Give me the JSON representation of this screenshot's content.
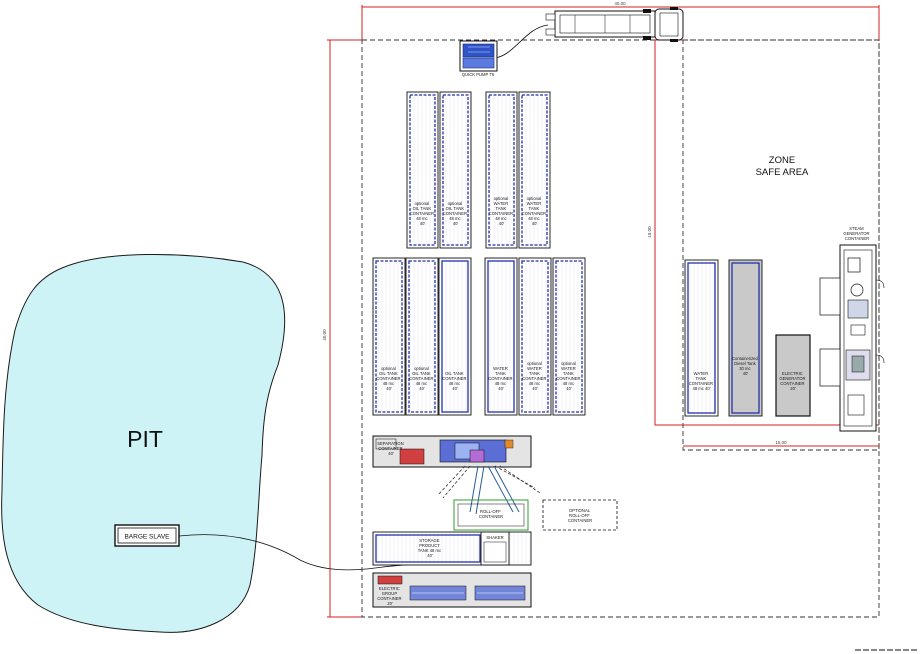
{
  "pit": {
    "label": "PIT"
  },
  "barge_slave": {
    "label": "BARGE SLAVE"
  },
  "zone": {
    "line1": "ZONE",
    "line2": "SAFE AREA"
  },
  "dimensions": {
    "top_width": "40,00",
    "left_height": "40,00",
    "safe_height": "18,00",
    "safe_width": "15,00"
  },
  "quick_pump": {
    "label": "QUICK PUMP T6"
  },
  "top_tanks": [
    {
      "lines": [
        "optional",
        "OIL TANK",
        "CONTAINER",
        "48 mc",
        "40'"
      ]
    },
    {
      "lines": [
        "optional",
        "OIL TANK",
        "CONTAINER",
        "48 mc",
        "40'"
      ]
    },
    {
      "lines": [
        "optional",
        "WATER",
        "TANK",
        "CONTAINER",
        "48 mc",
        "40'"
      ]
    },
    {
      "lines": [
        "optional",
        "WATER",
        "TANK",
        "CONTAINER",
        "48 mc",
        "40'"
      ]
    }
  ],
  "middle_tanks": [
    {
      "lines": [
        "optional",
        "OIL TANK",
        "CONTAINER",
        "48 mc",
        "40'"
      ]
    },
    {
      "lines": [
        "optional",
        "OIL TANK",
        "CONTAINER",
        "48 mc",
        "40'"
      ]
    },
    {
      "lines": [
        "OIL TANK",
        "CONTAINER",
        "48 mc",
        "40'"
      ]
    },
    {
      "lines": [
        "WATER",
        "TANK",
        "CONTAINER",
        "48 mc",
        "40'"
      ]
    },
    {
      "lines": [
        "optional",
        "WATER",
        "TANK",
        "CONTAINER",
        "48 mc",
        "40'"
      ]
    },
    {
      "lines": [
        "optional",
        "WATER",
        "TANK",
        "CONTAINER",
        "48 mc",
        "40'"
      ]
    }
  ],
  "safe_water_tank": {
    "lines": [
      "WATER",
      "TANK",
      "CONTAINER",
      "48 mc 40'"
    ]
  },
  "diesel_tank": {
    "lines": [
      "Containerized",
      "Diesel Tank",
      "30 mc",
      "40'"
    ]
  },
  "electric_generator": {
    "lines": [
      "ELECTRIC",
      "GENERATOR",
      "CONTAINER",
      "20'"
    ]
  },
  "steam_generator": {
    "lines": [
      "STEAM",
      "GENERATOR",
      "CONTAINER"
    ]
  },
  "separation": {
    "lines": [
      "SEPARATION",
      "CONTAINER",
      "40'"
    ]
  },
  "roll_off": {
    "lines": [
      "ROLL-OFF",
      "CONTAINER"
    ]
  },
  "optional_roll_off": {
    "lines": [
      "OPTIONAL",
      "ROLL-OFF",
      "CONTAINER"
    ]
  },
  "storage_tank": {
    "lines": [
      "STORAGE",
      "PRODUCT",
      "TANK 48 mc",
      "40'"
    ]
  },
  "shaker": {
    "label": "SHAKER"
  },
  "electric_group": {
    "lines": [
      "ELECTRIC",
      "GROUP",
      "CONTAINER",
      "20'"
    ]
  }
}
